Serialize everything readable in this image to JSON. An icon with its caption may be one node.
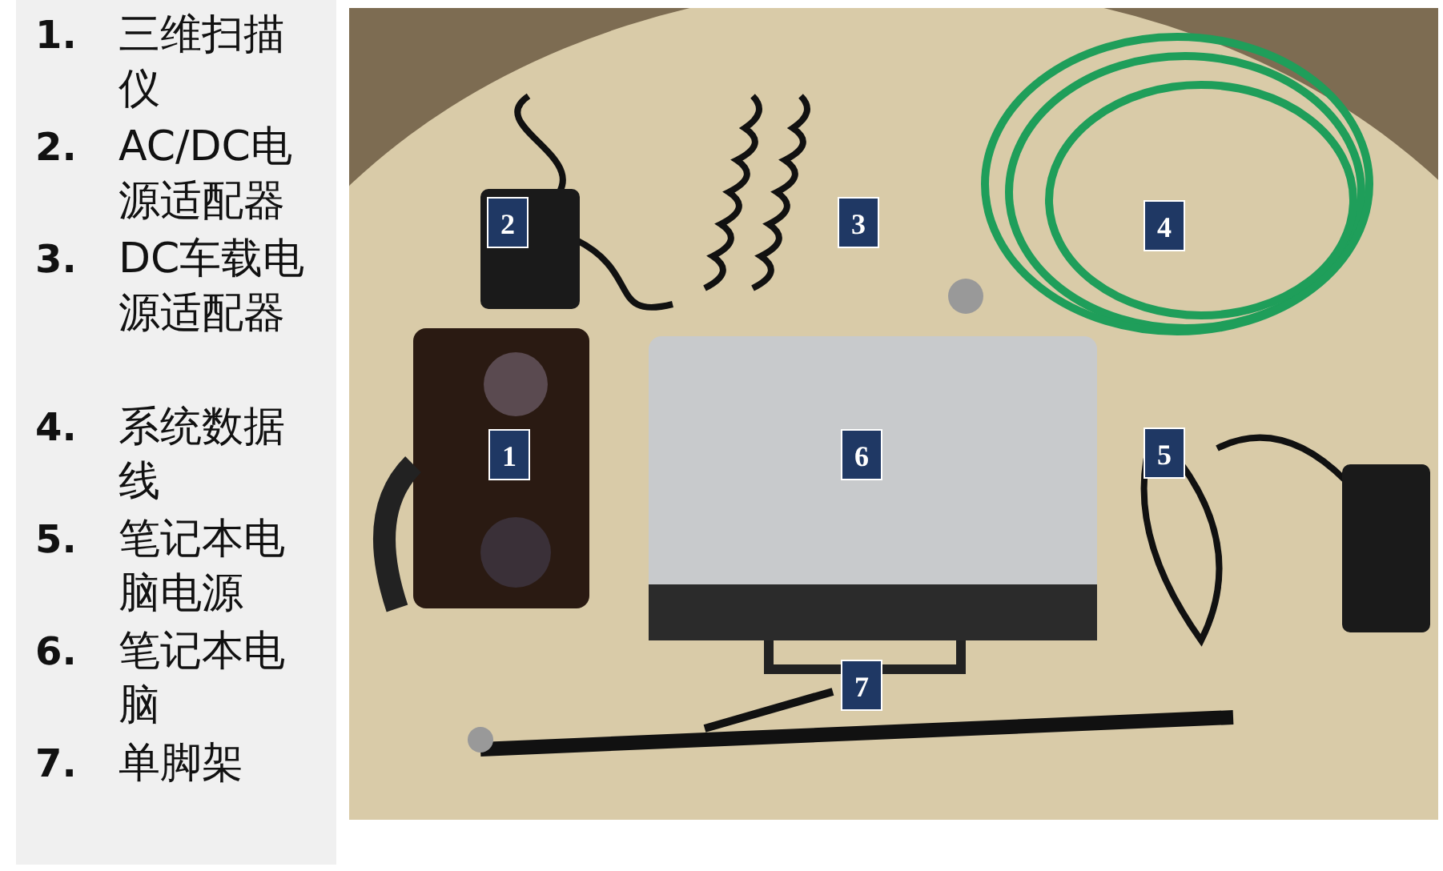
{
  "diagram": {
    "labels": [
      "1.",
      "三维扫描仪",
      "2.",
      "AC/DC电源适配器",
      "3.",
      "DC车载电源适配器",
      "4.",
      "系统数据线",
      "5.",
      "笔记本电脑电源",
      "6.",
      "笔记本电脑",
      "7.",
      "单脚架",
      "2",
      "3",
      "4",
      "1",
      "6",
      "5",
      "7"
    ]
  }
}
